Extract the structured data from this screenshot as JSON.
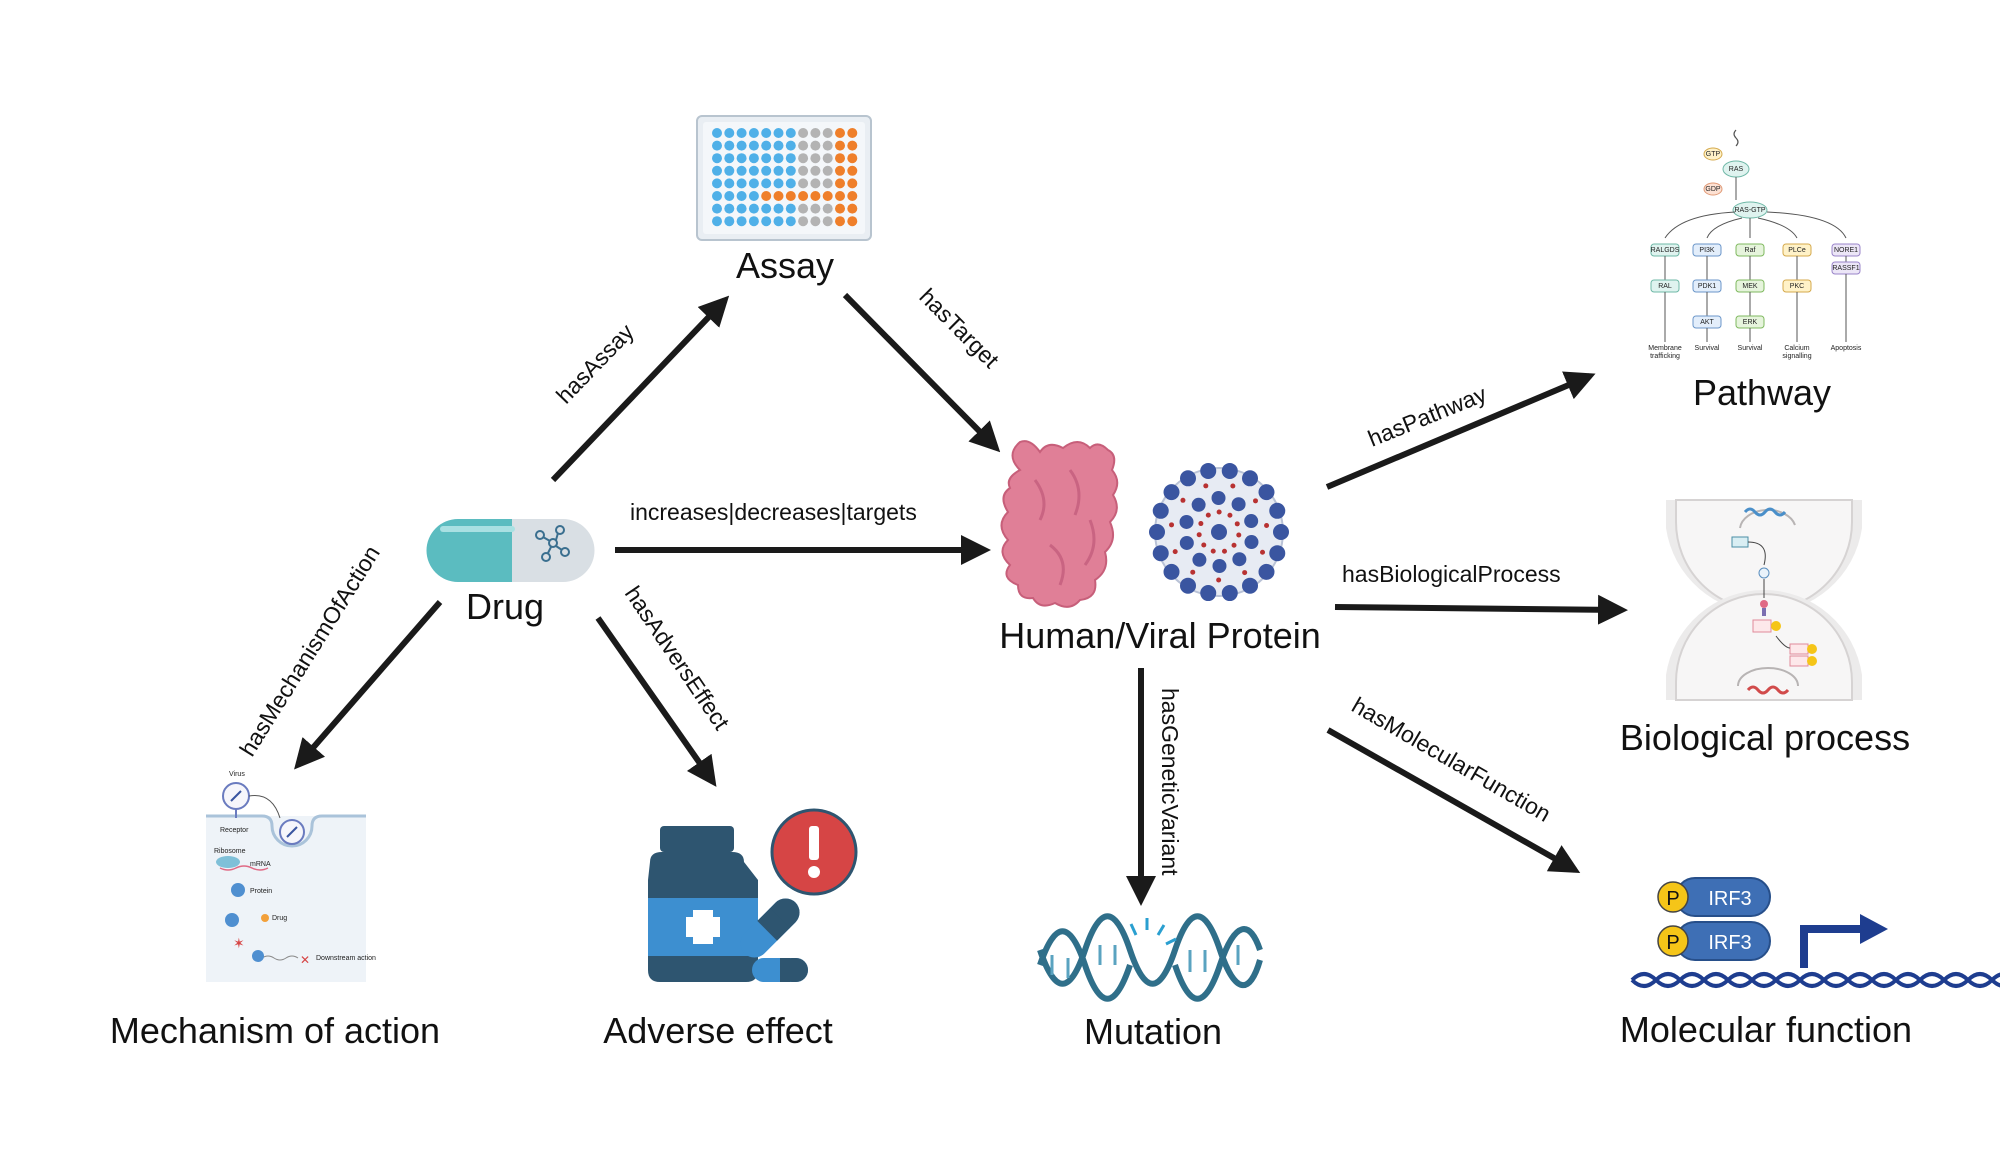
{
  "nodes": {
    "assay": "Assay",
    "drug": "Drug",
    "protein": "Human/Viral Protein",
    "pathway": "Pathway",
    "biological_process": "Biological process",
    "molecular_function": "Molecular function",
    "mutation": "Mutation",
    "adverse_effect": "Adverse effect",
    "mechanism_of_action": "Mechanism of action"
  },
  "edges": {
    "has_assay": "hasAssay",
    "has_target": "hasTarget",
    "increases_decreases_targets": "increases|decreases|targets",
    "has_pathway": "hasPathway",
    "has_biological_process": "hasBiologicalProcess",
    "has_molecular_function": "hasMolecularFunction",
    "has_genetic_variant": "hasGeneticVariant",
    "has_advers_effect": "hasAdversEffect",
    "has_mechanism_of_action": "hasMechanismOfAction"
  },
  "icons": {
    "assay": "well-plate-icon",
    "drug": "capsule-icon",
    "protein": "protein-blob-icon",
    "virus": "virus-icon",
    "pathway": "pathway-diagram-icon",
    "biological_process": "cell-signaling-icon",
    "molecular_function": "irf3-transcription-icon",
    "mutation": "dna-helix-icon",
    "adverse_effect": "medicine-warning-icon",
    "mechanism_of_action": "virus-entry-diagram-icon"
  },
  "pathway_figure": {
    "top": [
      "GTP",
      "RAS",
      "GDP",
      "RAS-GTP"
    ],
    "branches": [
      "RALGDS",
      "PI3K",
      "Raf",
      "PLCe",
      "NORE1"
    ],
    "second": [
      "RAL",
      "PDK1",
      "MEK",
      "PKC",
      "RASSF1"
    ],
    "third": [
      "AKT",
      "ERK"
    ],
    "outcomes": [
      "Membrane trafficking",
      "Survival",
      "Survival",
      "Calcium signalling",
      "Apoptosis"
    ]
  },
  "moa_figure": {
    "labels": [
      "Virus",
      "Receptor",
      "Ribosome",
      "mRNA",
      "Protein",
      "Drug",
      "Downstream action"
    ]
  },
  "mf_figure": {
    "phospho": "P",
    "protein": "IRF3"
  },
  "colors": {
    "arrow": "#1a1a1a",
    "capsule_teal": "#5bbcc0",
    "protein_pink": "#e07f97",
    "virus_blue": "#3a55a0",
    "dna_teal": "#2f6f8a",
    "warning_red": "#d64545",
    "bottle_navy": "#2e5570",
    "plate_blue": "#4fb0e8",
    "plate_orange": "#ef7f2a",
    "plate_gray": "#b3b3b3",
    "irf3_blue": "#3e6fb5",
    "phospho_yellow": "#f5c518"
  }
}
